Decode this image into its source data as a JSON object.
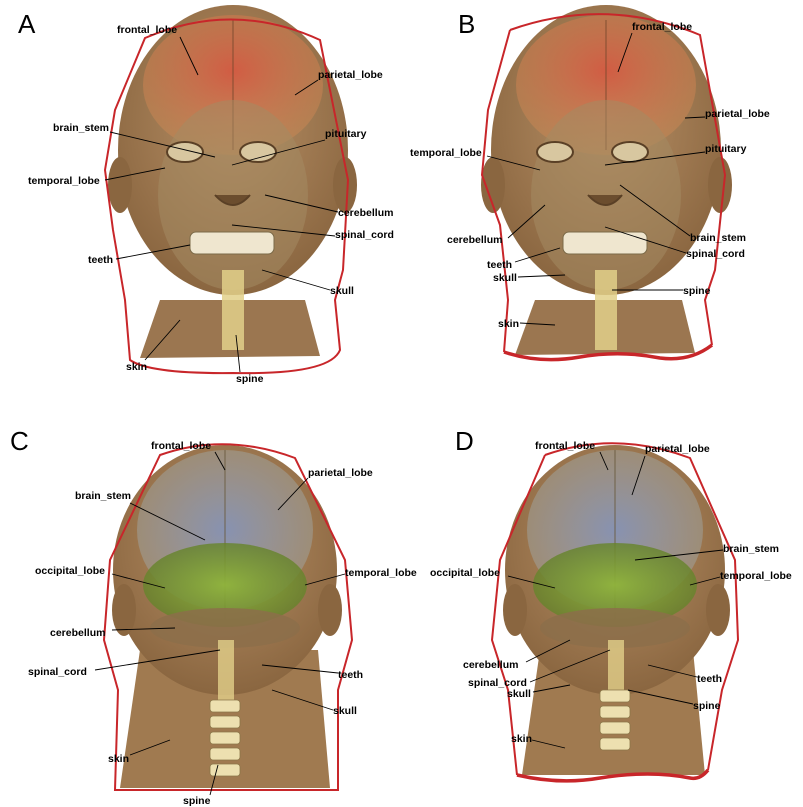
{
  "panels": [
    {
      "letter": "A",
      "view": "front",
      "labels": [
        "frontal_lobe",
        "parietal_lobe",
        "brain_stem",
        "pituitary",
        "temporal_lobe",
        "cerebellum",
        "spinal_cord",
        "teeth",
        "skull",
        "skin",
        "spine"
      ]
    },
    {
      "letter": "B",
      "view": "front",
      "labels": [
        "frontal_lobe",
        "parietal_lobe",
        "temporal_lobe",
        "pituitary",
        "cerebellum",
        "brain_stem",
        "spinal_cord",
        "teeth",
        "skull",
        "spine",
        "skin"
      ]
    },
    {
      "letter": "C",
      "view": "back",
      "labels": [
        "frontal_lobe",
        "parietal_lobe",
        "brain_stem",
        "occipital_lobe",
        "temporal_lobe",
        "cerebellum",
        "spinal_cord",
        "teeth",
        "skull",
        "skin",
        "spine"
      ]
    },
    {
      "letter": "D",
      "view": "back",
      "labels": [
        "frontal_lobe",
        "parietal_lobe",
        "brain_stem",
        "occipital_lobe",
        "temporal_lobe",
        "cerebellum",
        "spinal_cord",
        "teeth",
        "skull",
        "spine",
        "skin"
      ]
    }
  ],
  "colors": {
    "outline": "#c8262a",
    "skin": "#9a7448",
    "frontal_red": "#cf6a4e",
    "parietal_blue": "#8d9cb8",
    "cerebellum_green": "#7ea03a",
    "spine_yellow": "#e2d08a"
  }
}
